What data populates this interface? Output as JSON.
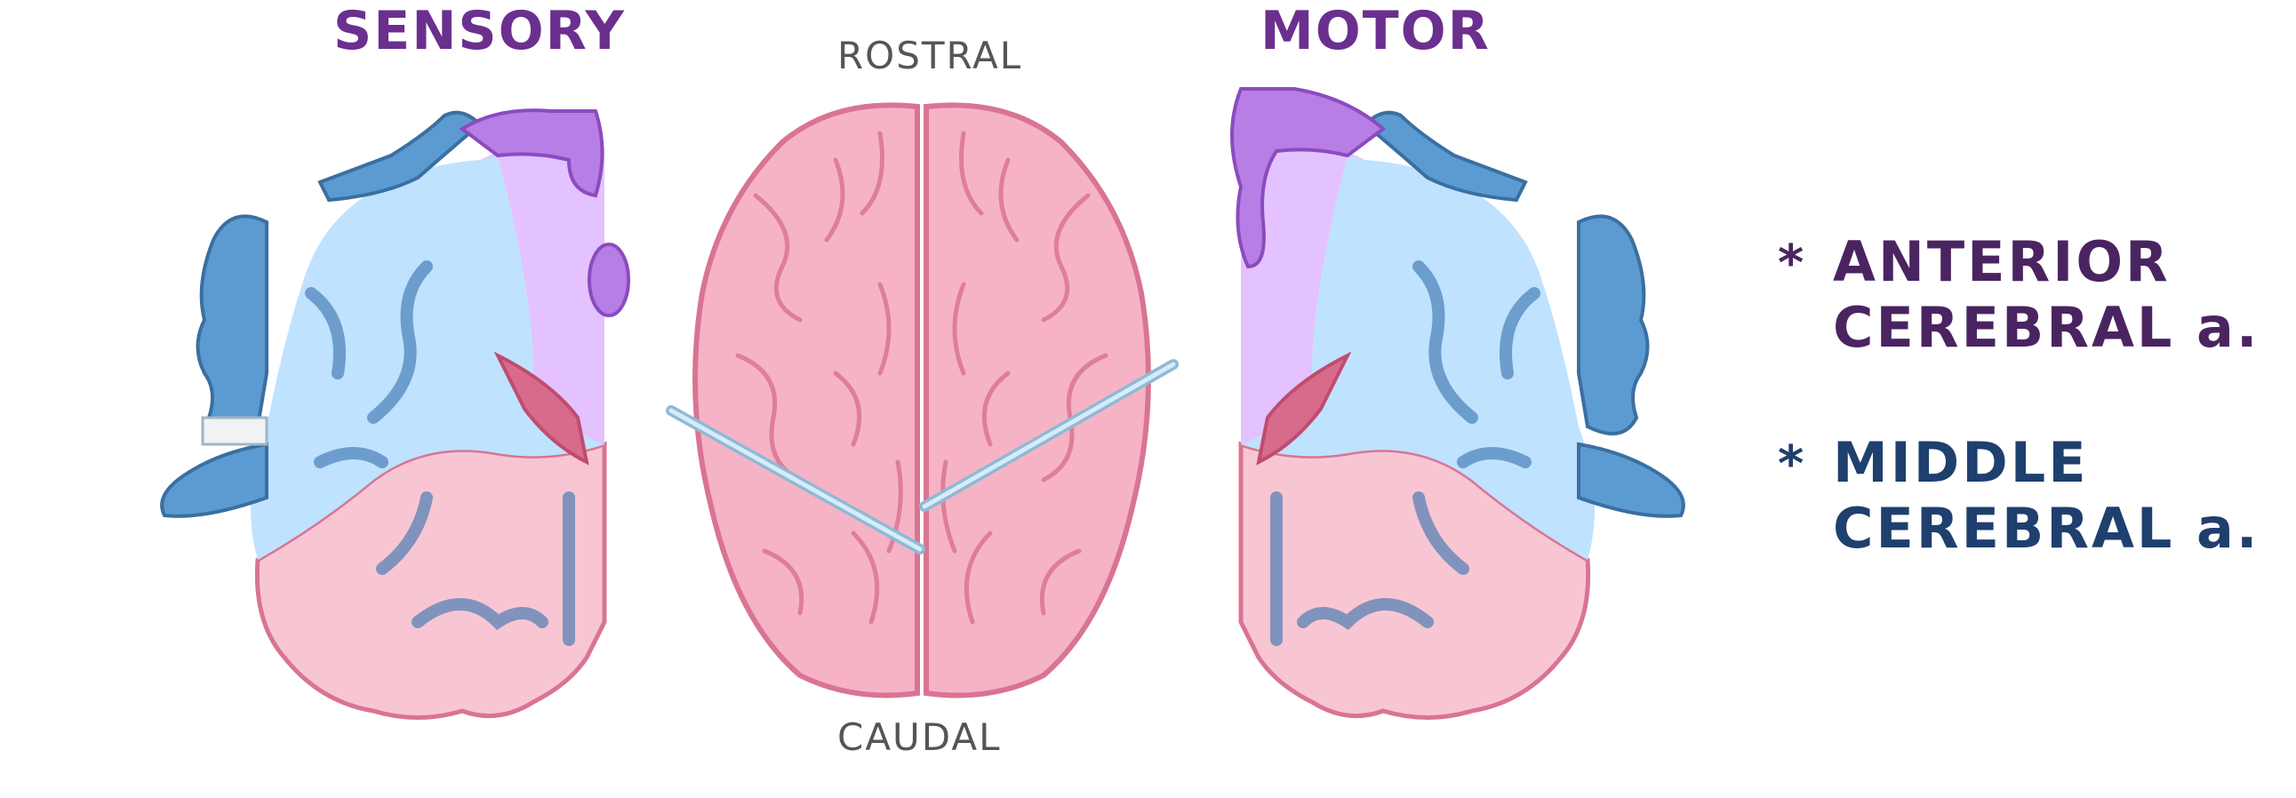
{
  "titles": {
    "sensory": "SENSORY",
    "motor": "MOTOR",
    "rostral": "ROSTRAL",
    "caudal": "CAUDAL"
  },
  "legend": {
    "anterior": {
      "star": "*",
      "line1": "ANTERIOR",
      "line2": "CEREBRAL a.",
      "color": "#4a2460"
    },
    "middle": {
      "star": "*",
      "line1": "MIDDLE",
      "line2": "CEREBRAL a.",
      "color": "#1f3f6e"
    }
  },
  "colors": {
    "anterior_territory": "#e3c2ff",
    "middle_territory": "#bfe2ff",
    "posterior_territory": "#f8c6d3",
    "homunculus_purple": "#b77ee6",
    "homunculus_blue": "#5b9bd1",
    "brain_pink": "#f6b3c6",
    "brain_outline": "#d97493",
    "title_purple": "#6b2f8f"
  },
  "icons": {
    "sensory_section": "coronal-brain-section-sensory-homunculus",
    "motor_section": "coronal-brain-section-motor-homunculus",
    "brain_top_view": "brain-superior-view"
  }
}
